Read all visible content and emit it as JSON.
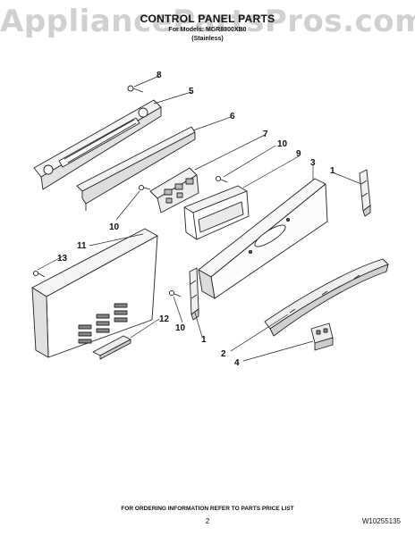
{
  "watermark": "AppliancePartsPros.com",
  "header": {
    "title": "CONTROL PANEL PARTS",
    "model": "For Models: MGR8800XB0",
    "variant": "(Stainless)"
  },
  "callouts": {
    "c8": "8",
    "c5": "5",
    "c6": "6",
    "c7": "7",
    "c10a": "10",
    "c9": "9",
    "c3": "3",
    "c1a": "1",
    "c10b": "10",
    "c11": "11",
    "c13": "13",
    "c12": "12",
    "c10c": "10",
    "c1b": "1",
    "c2": "2",
    "c4": "4"
  },
  "footer": {
    "ordering": "FOR ORDERING INFORMATION REFER TO PARTS PRICE LIST",
    "page": "2",
    "doc": "W10255135"
  },
  "colors": {
    "line": "#222222",
    "fill_light": "#f2f2f2",
    "fill_mid": "#d6d6d6",
    "watermark": "#aaaaaa"
  }
}
